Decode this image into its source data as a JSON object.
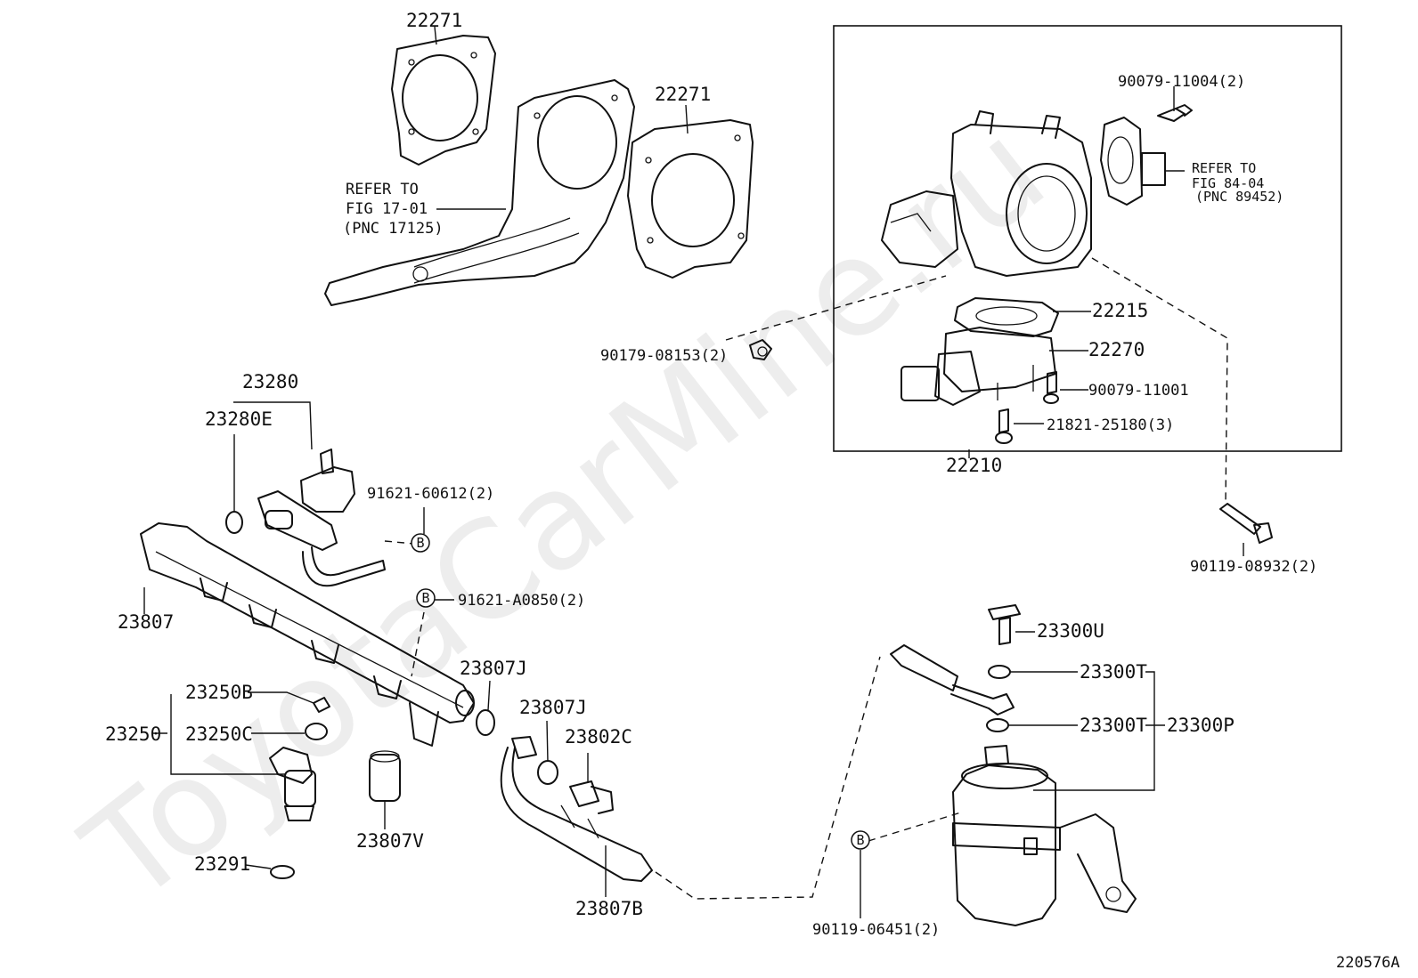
{
  "watermark": "ToyotaCarMine.ru",
  "figure_id": "220576A",
  "labels": {
    "p22271a": "22271",
    "p22271b": "22271",
    "refer1_line1": "REFER TO",
    "refer1_line2": "FIG 17-01",
    "refer1_line3": "(PNC 17125)",
    "p90079_11004": "90079-11004(2)",
    "refer2_line1": "REFER TO",
    "refer2_line2": "FIG 84-04",
    "refer2_line3": "(PNC 89452)",
    "p22215": "22215",
    "p22270": "22270",
    "p90179": "90179-08153(2)",
    "p90079_11001": "90079-11001",
    "p21821": "21821-25180(3)",
    "p22210": "22210",
    "p23280": "23280",
    "p23280E": "23280E",
    "p91621_60612": "91621-60612(2)",
    "p90119_08932": "90119-08932(2)",
    "p23807": "23807",
    "p91621_A0850": "91621-A0850(2)",
    "p23300U": "23300U",
    "p23807J_a": "23807J",
    "p23300T_a": "23300T",
    "p23250B": "23250B",
    "p23807J_b": "23807J",
    "p23250": "23250",
    "p23250C": "23250C",
    "p23802C": "23802C",
    "p23300T_b": "23300T",
    "p23300P": "23300P",
    "p23807V": "23807V",
    "p23291": "23291",
    "p23807B": "23807B",
    "p90119_06451": "90119-06451(2)",
    "b1": "B",
    "b2": "B",
    "b3": "B"
  }
}
